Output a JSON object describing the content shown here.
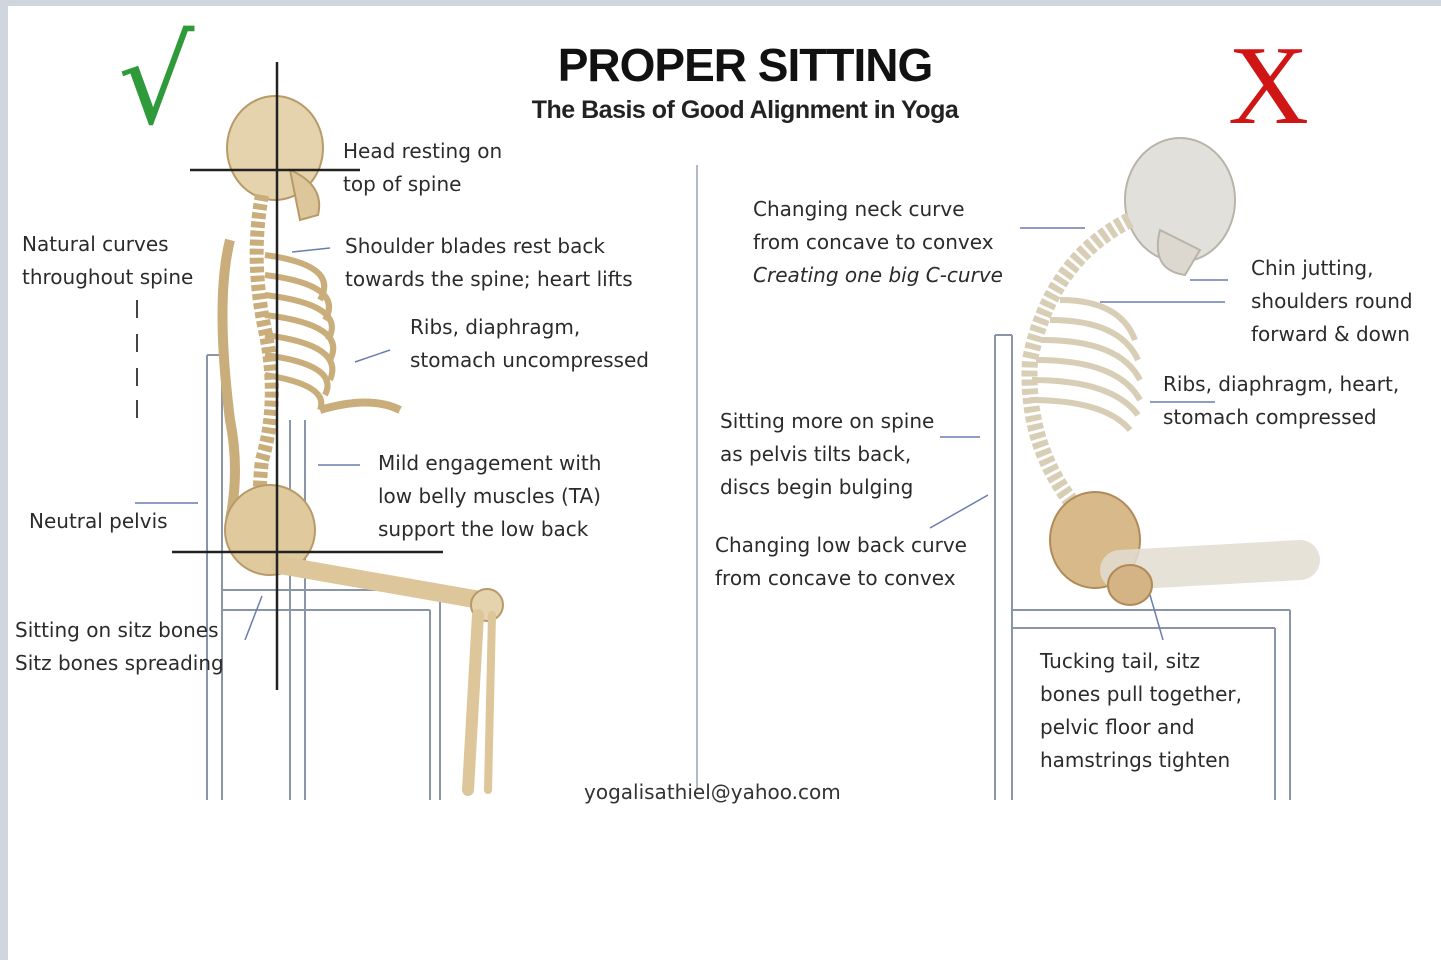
{
  "title": "PROPER SITTING",
  "subtitle": "The Basis of Good Alignment in Yoga",
  "correct_mark": "√",
  "incorrect_mark": "X",
  "contact": "yogalisathiel@yahoo.com",
  "colors": {
    "check": "#2f9a3a",
    "cross": "#d01515",
    "bone": "#e3cfa6",
    "bone_shadow": "#b89a68",
    "chair": "#8a96a8"
  },
  "good_labels": {
    "head": "Head resting on\ntop of spine",
    "curves": "Natural curves\nthroughout spine",
    "shoulders": "Shoulder blades rest back\ntowards the spine; heart lifts",
    "ribs": "Ribs, diaphragm,\nstomach uncompressed",
    "belly": "Mild engagement with\nlow belly muscles (TA)\nsupport the low back",
    "pelvis": "Neutral pelvis",
    "sitz": "Sitting on sitz bones\nSitz bones spreading"
  },
  "bad_labels": {
    "neck_main": "Changing neck curve\nfrom concave to convex",
    "neck_sub": "Creating one big C-curve",
    "chin": "Chin jutting,\nshoulders round\nforward & down",
    "ribs": "Ribs, diaphragm, heart,\nstomach compressed",
    "spine": "Sitting more on spine\nas pelvis tilts back,\ndiscs begin bulging",
    "lowback": "Changing low back curve\nfrom concave to convex",
    "tail": "Tucking tail, sitz\nbones pull together,\npelvic floor and\nhamstrings tighten"
  }
}
